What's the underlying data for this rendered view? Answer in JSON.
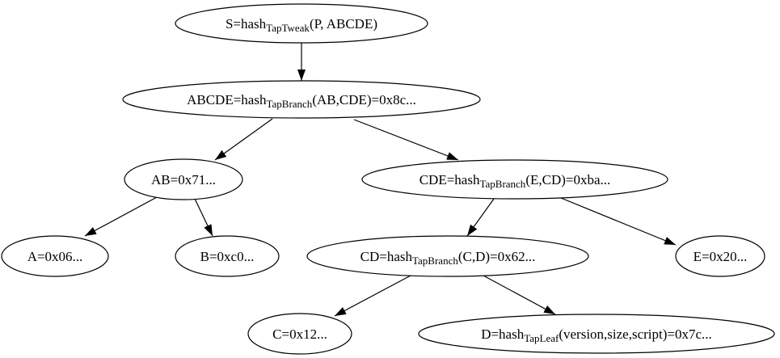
{
  "diagram": {
    "type": "tree",
    "description": "Taproot hash tree: tweaked key S over merkle branches of tapleaf scripts",
    "colors": {
      "background": "#ffffff",
      "node_fill": "#ffffff",
      "node_stroke": "#000000",
      "edge_color": "#000000",
      "text_color": "#000000"
    },
    "nodes": {
      "s": {
        "pre": "S=hash",
        "sub": "TapTweak",
        "post": "(P, ABCDE)"
      },
      "abcde": {
        "pre": "ABCDE=hash",
        "sub": "TapBranch",
        "post": "(AB,CDE)=0x8c..."
      },
      "ab": {
        "label": "AB=0x71..."
      },
      "cde": {
        "pre": "CDE=hash",
        "sub": "TapBranch",
        "post": "(E,CD)=0xba..."
      },
      "a": {
        "label": "A=0x06..."
      },
      "b": {
        "label": "B=0xc0..."
      },
      "cd": {
        "pre": "CD=hash",
        "sub": "TapBranch",
        "post": "(C,D)=0x62..."
      },
      "e": {
        "label": "E=0x20..."
      },
      "c": {
        "label": "C=0x12..."
      },
      "d": {
        "pre": "D=hash",
        "sub": "TapLeaf",
        "post": "(version,size,script)=0x7c..."
      }
    },
    "edges": [
      {
        "from": "S",
        "to": "ABCDE"
      },
      {
        "from": "ABCDE",
        "to": "AB"
      },
      {
        "from": "ABCDE",
        "to": "CDE"
      },
      {
        "from": "AB",
        "to": "A"
      },
      {
        "from": "AB",
        "to": "B"
      },
      {
        "from": "CDE",
        "to": "CD"
      },
      {
        "from": "CDE",
        "to": "E"
      },
      {
        "from": "CD",
        "to": "C"
      },
      {
        "from": "CD",
        "to": "D"
      }
    ]
  }
}
